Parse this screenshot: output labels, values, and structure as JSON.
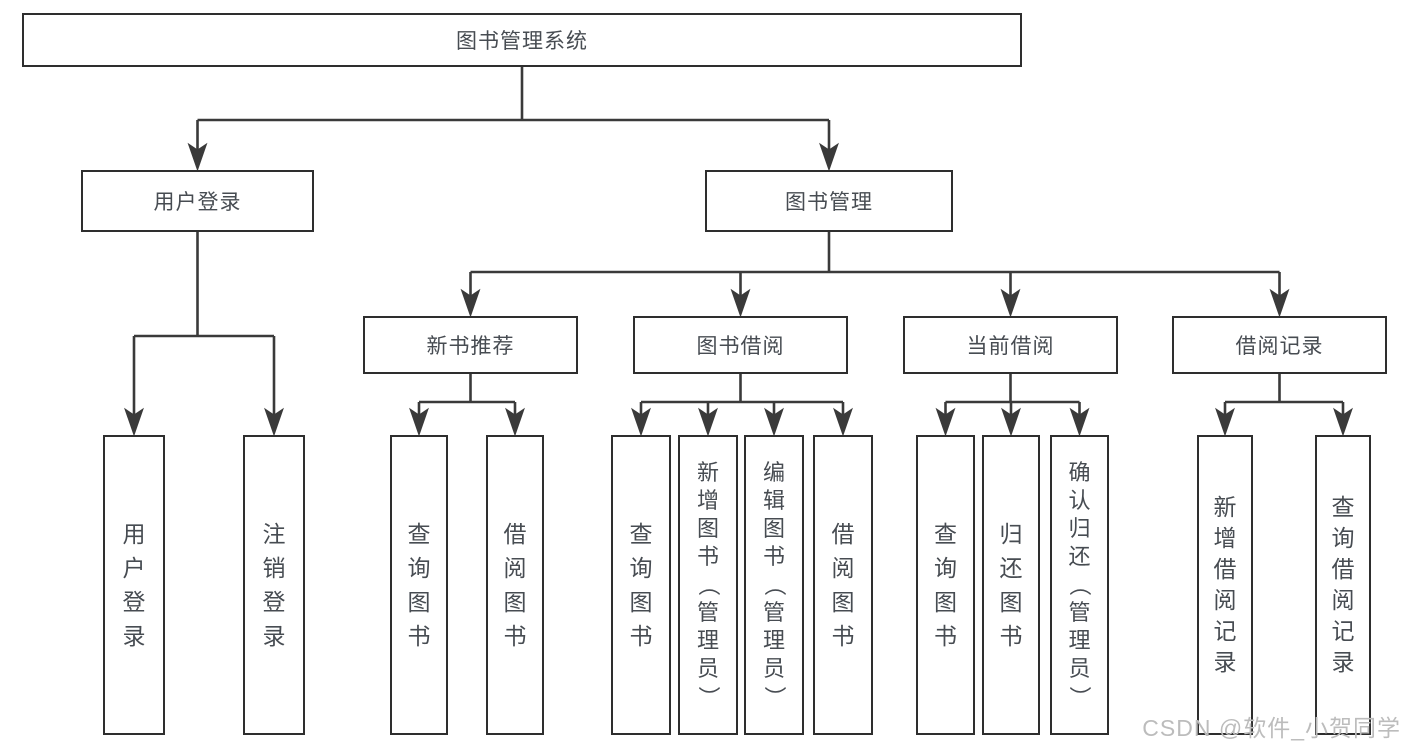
{
  "tree": {
    "root": {
      "label": "图书管理系统",
      "children": [
        {
          "label": "用户登录",
          "children": [
            {
              "label": "用户登录"
            },
            {
              "label": "注销登录"
            }
          ]
        },
        {
          "label": "图书管理",
          "children": [
            {
              "label": "新书推荐",
              "children": [
                {
                  "label": "查询图书"
                },
                {
                  "label": "借阅图书"
                }
              ]
            },
            {
              "label": "图书借阅",
              "children": [
                {
                  "label": "查询图书"
                },
                {
                  "label": "新增图书（管理员）"
                },
                {
                  "label": "编辑图书（管理员）"
                },
                {
                  "label": "借阅图书"
                }
              ]
            },
            {
              "label": "当前借阅",
              "children": [
                {
                  "label": "查询图书"
                },
                {
                  "label": "归还图书"
                },
                {
                  "label": "确认归还（管理员）"
                }
              ]
            },
            {
              "label": "借阅记录",
              "children": [
                {
                  "label": "新增借阅记录"
                },
                {
                  "label": "查询借阅记录"
                }
              ]
            }
          ]
        }
      ]
    }
  },
  "watermark": "CSDN @软件_小贺同学",
  "colors": {
    "line": "#3a3a3a",
    "border": "#2e2e2e",
    "text": "#474c52",
    "watermark": "#bcbcbc",
    "background": "#ffffff"
  }
}
